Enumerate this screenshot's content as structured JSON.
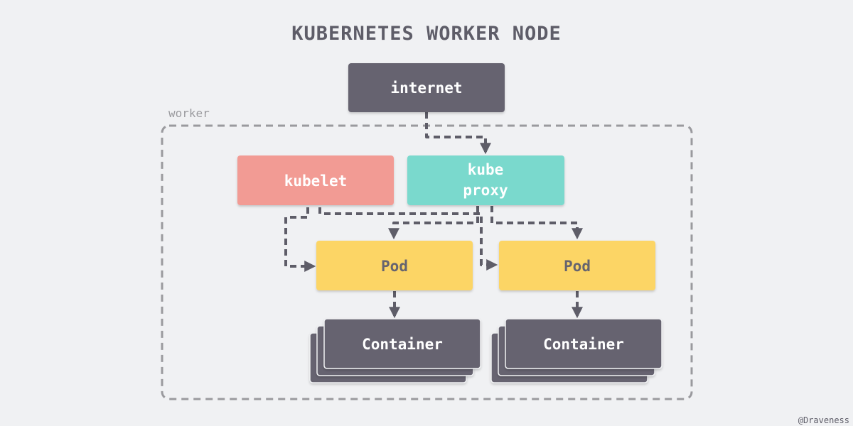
{
  "title": "KUBERNETES WORKER NODE",
  "group_label": "worker",
  "credit": "@Draveness",
  "nodes": {
    "internet": "internet",
    "kubelet": "kubelet",
    "kube_proxy_line1": "kube",
    "kube_proxy_line2": "proxy",
    "pod_left": "Pod",
    "pod_right": "Pod",
    "container_left": "Container",
    "container_right": "Container"
  },
  "colors": {
    "background": "#f0f1f3",
    "title_text": "#5e5d68",
    "dark_box": "#66646f",
    "kubelet": "#f29b94",
    "kube_proxy": "#7ad9cd",
    "pod": "#fcd565",
    "label_on_color": "#ffffff",
    "pod_text": "#66646f",
    "group_border": "#9a9a9e",
    "arrow": "#5e5d68"
  }
}
